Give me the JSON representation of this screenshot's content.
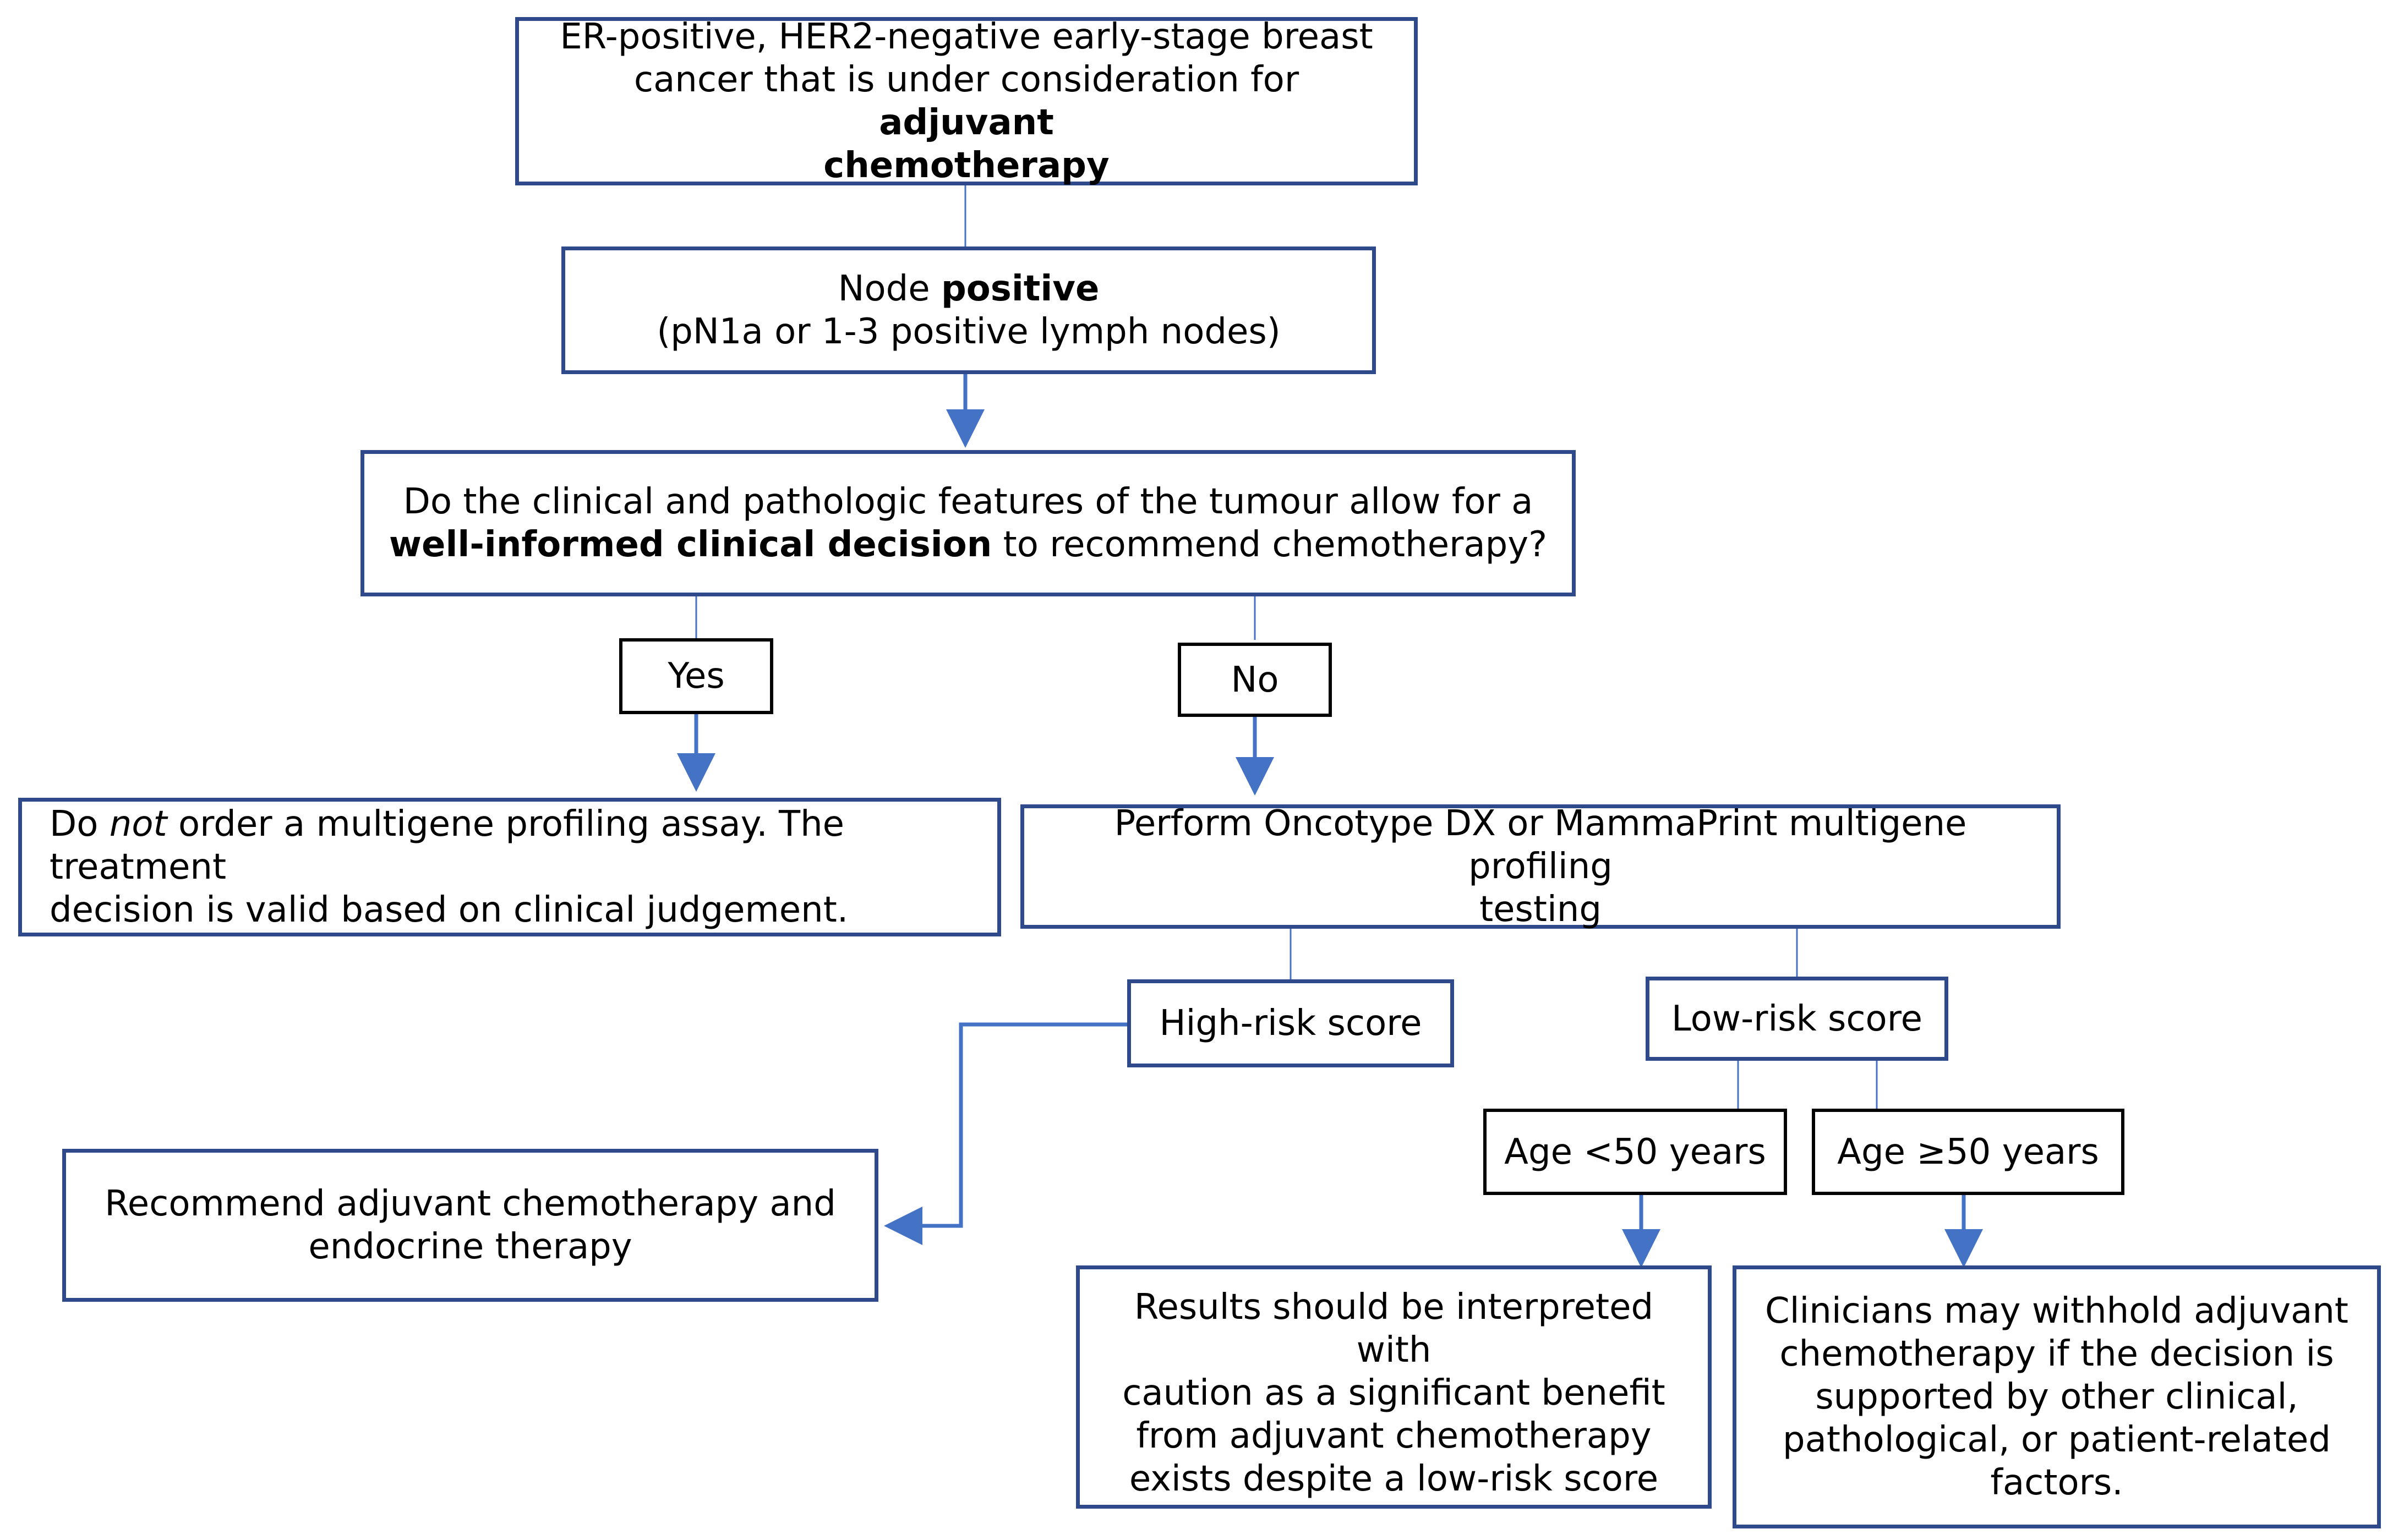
{
  "nodes": {
    "start": {
      "line1": "ER-positive, HER2-negative early-stage breast",
      "line2_pre": "cancer that is under consideration for",
      "line2_bold": "adjuvant",
      "line3_bold": "chemotherapy"
    },
    "node_positive": {
      "pre": "Node",
      "bold": "positive",
      "line2": "(pN1a or 1-3 positive lymph nodes)"
    },
    "question": {
      "line1": "Do the clinical and pathologic features of the tumour allow for a",
      "line2_bold": "well-informed clinical decision",
      "line2_post": "to recommend chemotherapy?"
    },
    "yes": "Yes",
    "no": "No",
    "do_not_order": {
      "pre": "Do",
      "italic": "not",
      "post": "order a multigene profiling assay. The treatment",
      "line2": "decision is valid based on clinical judgement."
    },
    "perform": {
      "line1": "Perform Oncotype DX or MammaPrint multigene profiling",
      "line2": "testing"
    },
    "high_risk": "High-risk score",
    "low_risk": "Low-risk score",
    "recommend": {
      "line1": "Recommend adjuvant chemotherapy and",
      "line2": "endocrine therapy"
    },
    "age_under": "Age <50 years",
    "age_over": "Age ≥50 years",
    "under_result": {
      "line1": "Results should be interpreted with",
      "line2": "caution as a significant benefit",
      "line3": "from adjuvant chemotherapy",
      "line4": "exists despite a low-risk score"
    },
    "over_result": {
      "line1": "Clinicians may withhold adjuvant",
      "line2": "chemotherapy if the decision is",
      "line3": "supported by other clinical,",
      "line4": "pathological, or patient-related",
      "line5": "factors."
    }
  },
  "colors": {
    "box_border": "#2f4a8a",
    "connector": "#4472c4",
    "label_border": "#000000"
  }
}
